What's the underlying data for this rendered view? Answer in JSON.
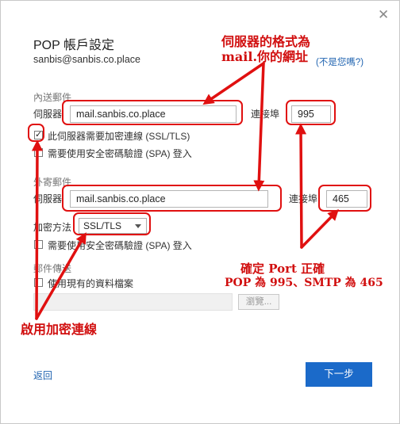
{
  "dialog": {
    "close_icon": "close-icon",
    "title": "POP 帳戶設定",
    "account": "sanbis@sanbis.co.place",
    "not_you": "(不是您嗎?)"
  },
  "incoming": {
    "section": "內送郵件",
    "server_label": "伺服器",
    "server_value": "mail.sanbis.co.place",
    "port_label": "連接埠",
    "port_value": "995",
    "ssl_checkbox": {
      "label": "此伺服器需要加密連線 (SSL/TLS)",
      "checked": true
    },
    "spa_checkbox": {
      "label": "需要使用安全密碼驗證 (SPA) 登入",
      "checked": false
    }
  },
  "outgoing": {
    "section": "外寄郵件",
    "server_label": "伺服器",
    "server_value": "mail.sanbis.co.place",
    "port_label": "連接埠",
    "port_value": "465",
    "encryption_label": "加密方法",
    "encryption_value": "SSL/TLS",
    "spa_checkbox": {
      "label": "需要使用安全密碼驗證 (SPA) 登入",
      "checked": false
    }
  },
  "delivery": {
    "section": "郵件傳送",
    "existing_file_checkbox": {
      "label": "使用現有的資料檔案",
      "checked": false
    },
    "browse_label": "瀏覽..."
  },
  "footer": {
    "back_label": "返回",
    "next_label": "下一步"
  },
  "annotations": {
    "server_note_line1": "伺服器的格式為",
    "server_note_line2": "mail.你的網址",
    "port_note_line1": "確定 Port 正確",
    "port_note_line2": "POP 為 995、SMTP 為 465",
    "ssl_note": "啟用加密連線",
    "color": "#d10f0f"
  },
  "colors": {
    "primary_button": "#1b6ac9",
    "link": "#1f63b0"
  }
}
